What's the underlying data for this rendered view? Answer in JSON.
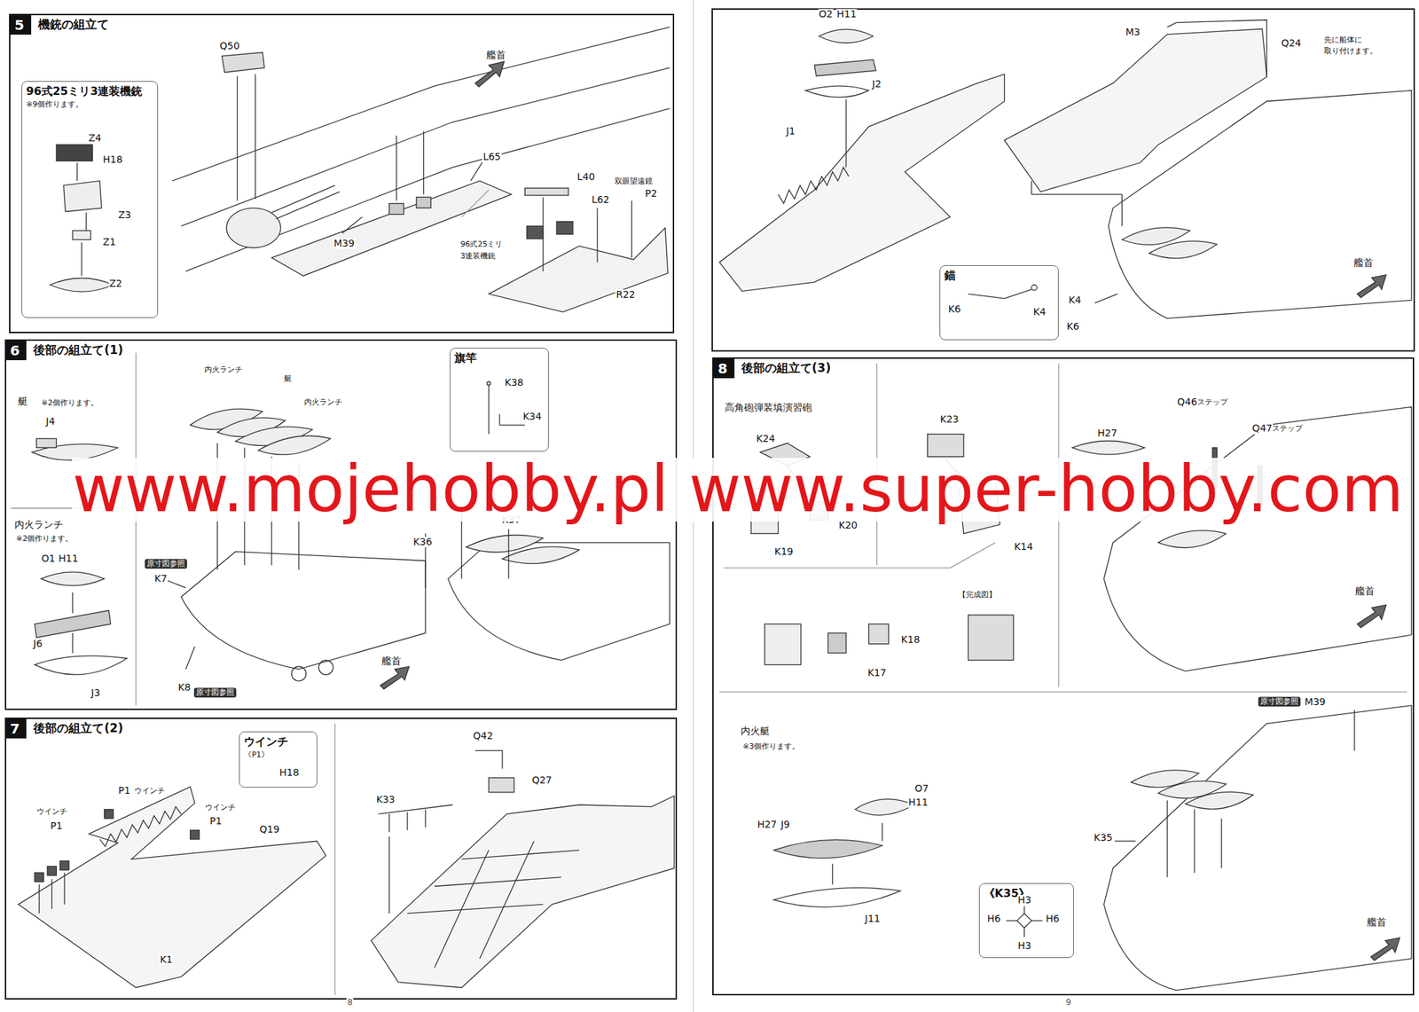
{
  "diagram": {
    "nodes": [
      {
        "text": [
          "5",
          "機銃の組立て"
        ]
      },
      {
        "text": [
          "96式25ミリ3連装機銃",
          "※9個作ります。"
        ],
        "in": 0
      },
      {
        "text": [
          "6",
          "後部の組立て(1)"
        ]
      },
      {
        "text": [
          "旗竿"
        ],
        "in": 2
      },
      {
        "text": [
          "7",
          "後部の組立て(2)"
        ]
      },
      {
        "text": [
          "ウインチ",
          "《P1》"
        ],
        "in": 4
      },
      {
        "text": [
          "錨"
        ]
      },
      {
        "text": [
          "8",
          "後部の組立て(3)"
        ]
      },
      {
        "text": [
          "《K35》"
        ],
        "in": 7
      }
    ],
    "labels": [
      "Q50",
      "艦首",
      "Z4",
      "H18",
      "Z3",
      "Z1",
      "Z2",
      "L65",
      "L40",
      "双眼望遠鏡",
      "P2",
      "L62",
      "M39",
      "96式25ミリ",
      "3連装機銃",
      "R22",
      "艇",
      "※2個作ります。",
      "J4",
      "内火ランチ",
      "※2個作ります。",
      "O1",
      "H11",
      "J6",
      "J3",
      "内火ランチ",
      "艇",
      "内火ランチ",
      "原寸図参照",
      "K7",
      "K8",
      "原寸図参照",
      "K38",
      "K34",
      "K36",
      "K37",
      "艦首",
      "H18",
      "P1",
      "ウインチ",
      "ウインチ",
      "P1",
      "ウインチ",
      "P1",
      "Q19",
      "K1",
      "Q42",
      "Q27",
      "K33",
      "O2",
      "H11",
      "J2",
      "J1",
      "M3",
      "Q24",
      "先に船体に",
      "取り付けます。",
      "K6",
      "K4",
      "K4",
      "K6",
      "艦首",
      "高角砲弾装填演習砲",
      "K24",
      "K19",
      "K20",
      "K23",
      "K14",
      "【完成図】",
      "K18",
      "K17",
      "H27",
      "Q46",
      "ステップ",
      "Q47",
      "ステップ",
      "艦首",
      "内火艇",
      "※3個作ります。",
      "O7",
      "H11",
      "H27",
      "J9",
      "J11",
      "原寸図参照",
      "M39",
      "K35",
      "H3",
      "H6",
      "H6",
      "H3",
      "艦首",
      "www.mojehobby.pl www.super-hobby.com",
      "8",
      "9"
    ]
  }
}
